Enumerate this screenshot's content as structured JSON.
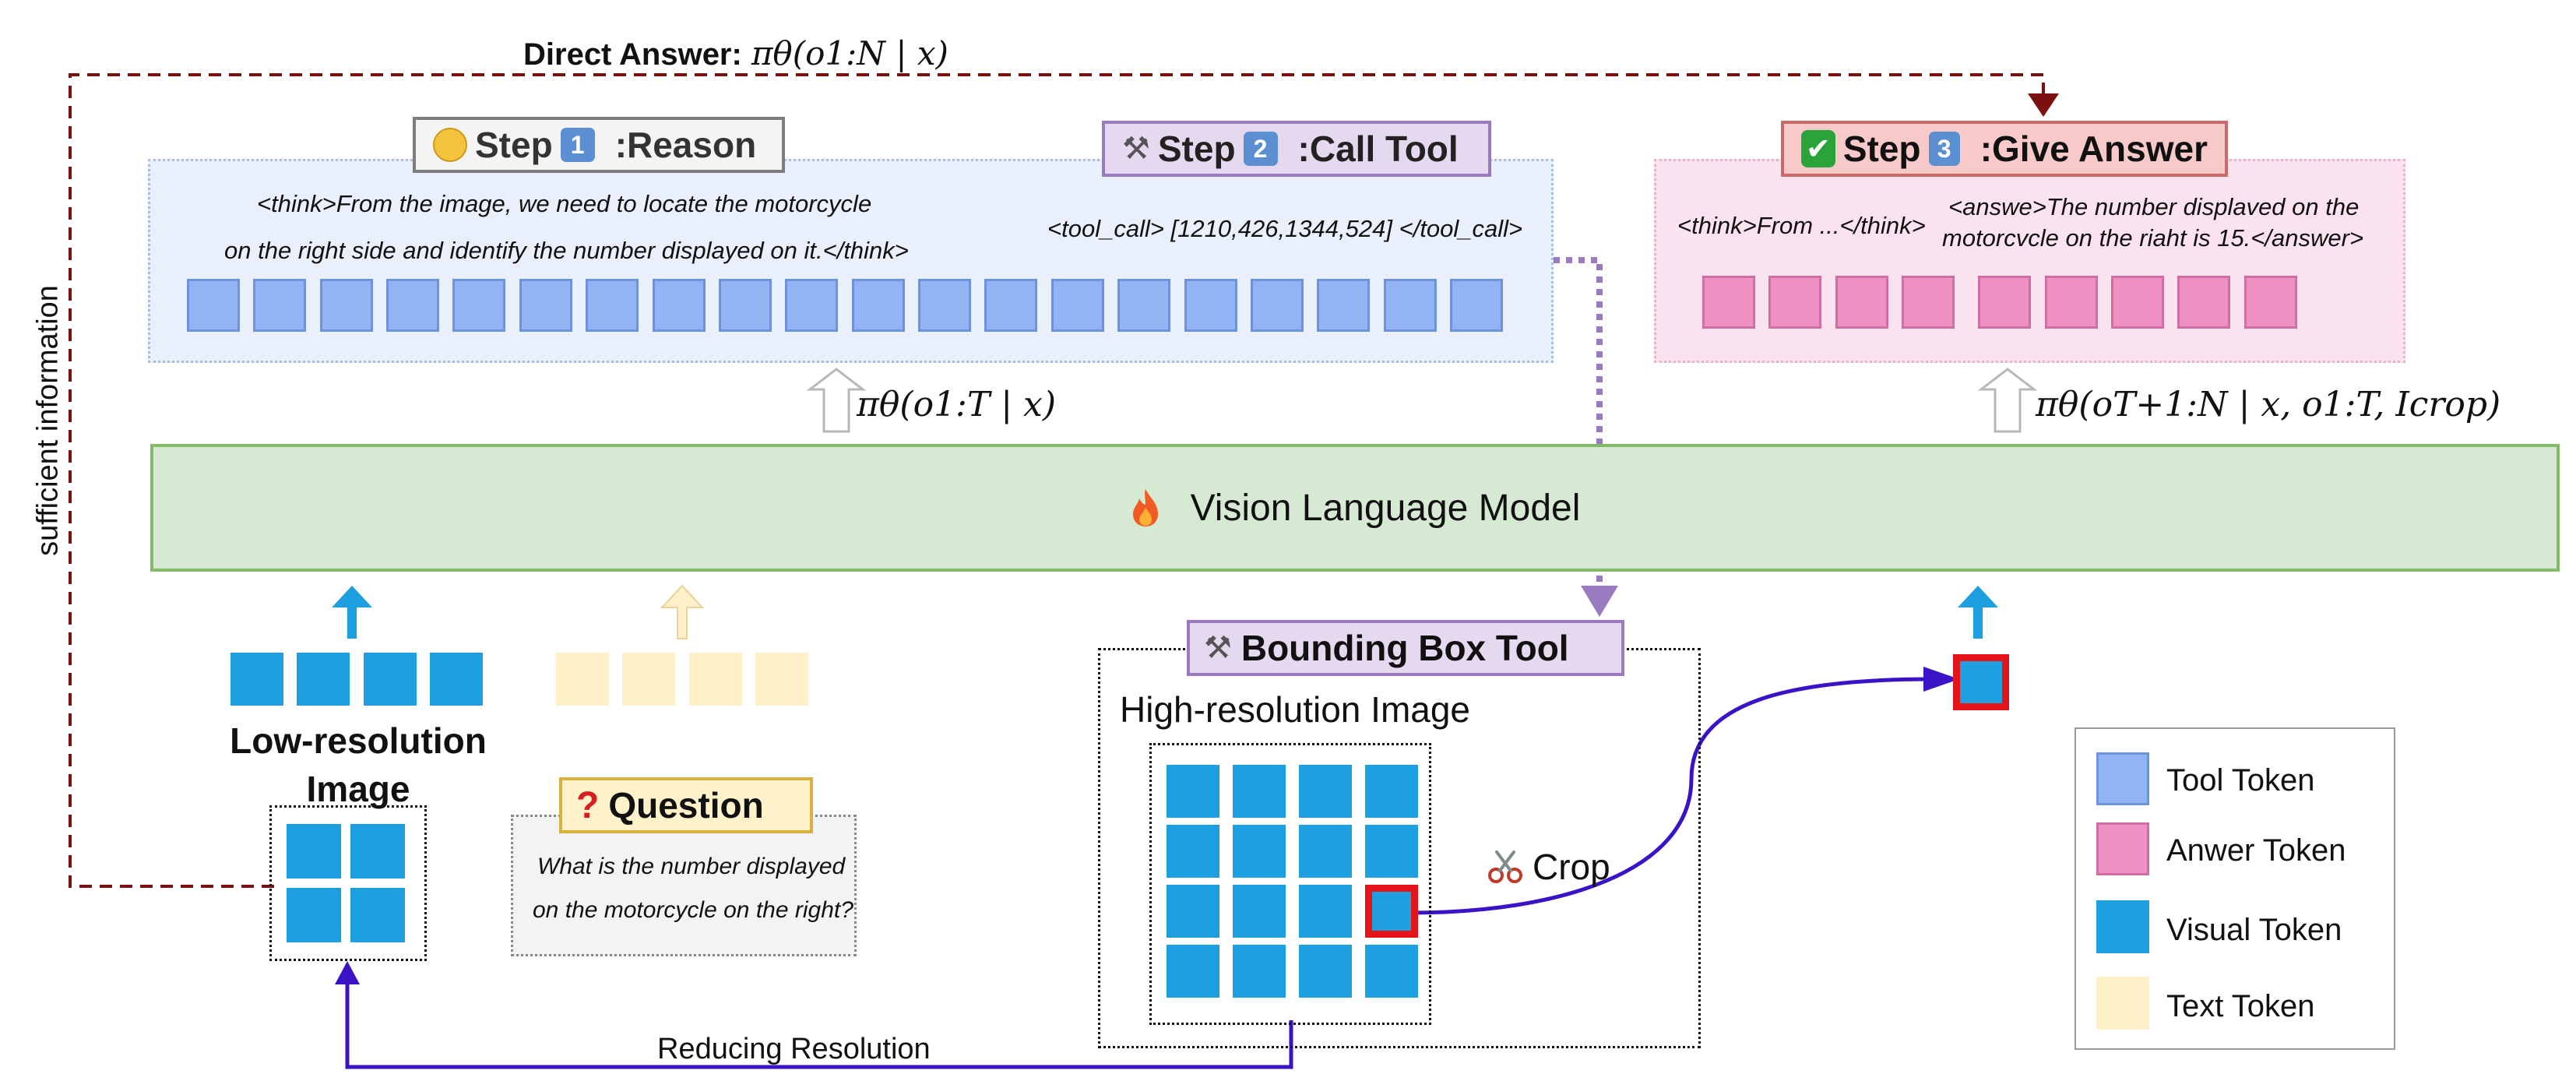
{
  "direct_answer": {
    "label": "Direct Answer:",
    "formula": "πθ(o1:N | x)"
  },
  "side_label": "sufficient information",
  "step1": {
    "step_word": "Step",
    "number": "1",
    "title": ":Reason",
    "text_line1": "<think>From the image, we need to locate the motorcycle",
    "text_line2": "on the right side and identify the number displayed on it.</think>"
  },
  "step2": {
    "step_word": "Step",
    "number": "2",
    "title": ":Call Tool",
    "text": "<tool_call> [1210,426,1344,524] </tool_call>"
  },
  "step3": {
    "step_word": "Step",
    "number": "3",
    "title": ":Give Answer",
    "think_text": "<think>From ...</think>",
    "answer_line1": "<answe>The number displaved on the",
    "answer_line2": "motorcvcle on the riaht is 15.</answer>"
  },
  "policy_left": "πθ(o1:T | x)",
  "policy_right": "πθ(oT+1:N | x, o1:T, Icrop)",
  "vlm": {
    "label": "Vision Language Model",
    "icon": "fire-icon"
  },
  "low_res": {
    "line1": "Low-resolution",
    "line2": "Image"
  },
  "question": {
    "title": "Question",
    "line1": "What is the number displayed",
    "line2": "on the motorcycle on the right?"
  },
  "bbox_tool": {
    "title": "Bounding Box Tool",
    "image_label": "High-resolution Image",
    "crop_label": "Crop"
  },
  "reducing_label": "Reducing Resolution",
  "legend": [
    {
      "label": "Tool Token",
      "color": "#93b4f2"
    },
    {
      "label": "Anwer Token",
      "color": "#ee91c2"
    },
    {
      "label": "Visual Token",
      "color": "#1e9fe0"
    },
    {
      "label": "Text Token",
      "color": "#fdf0c9"
    }
  ],
  "colors": {
    "tool_token": "#93b4f2",
    "answer_token": "#ee91c2",
    "visual_token": "#1e9fe0",
    "text_token": "#fdf0c9",
    "vlm_fill": "#d6e9d3",
    "direct_arrow": "#7a1010",
    "crop_arrow": "#3a13c7",
    "tool_call_arrow": "#9a7bbf",
    "crop_highlight": "#e4141a"
  }
}
